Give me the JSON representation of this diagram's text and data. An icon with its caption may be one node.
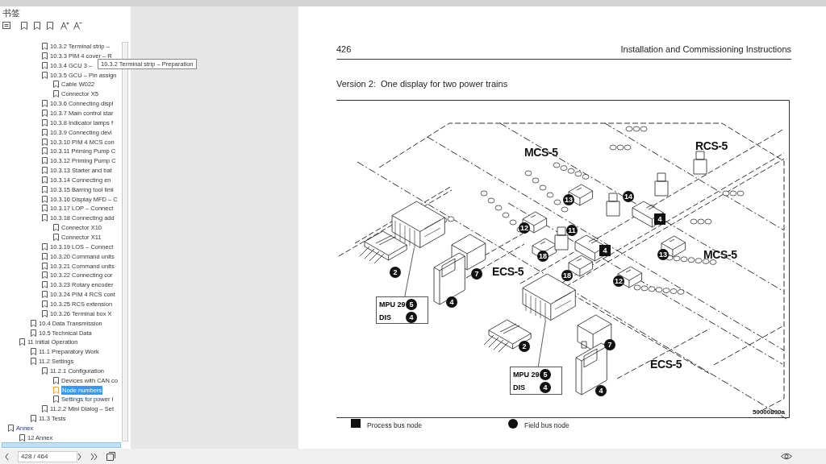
{
  "diagram": {
    "title": "Version 2:  One display for two power trains",
    "nodes": [
      {
        "text": [],
        "shape": "picture"
      },
      {
        "text": [
          "MPU 29",
          "5",
          "DIS",
          "4"
        ]
      },
      {
        "text": [],
        "shape": "picture"
      },
      {
        "text": [
          "MPU 29",
          "5",
          "DIS",
          "4"
        ]
      }
    ],
    "edges": [
      {
        "from": 1,
        "to": 0,
        "arrow": "none"
      },
      {
        "from": 3,
        "to": 2,
        "arrow": "none"
      }
    ],
    "labels": [
      "书签",
      "10.3.2 Terminal strip –",
      "10.3.3 PIM 4 cover – R",
      "10.3.4 GCU 3 –",
      "10.3.5 GCU – Pin assign",
      "Cable W022",
      "Connector X5",
      "10.3.6 Connecting displ",
      "10.3.7 Main control star",
      "10.3.8 Indicator lamps f",
      "10.3.9 Connecting devi",
      "10.3.10 PIM 4 MCS con",
      "10.3.11 Priming Pump C",
      "10.3.12 Priming Pump C",
      "10.3.13 Starter and bat",
      "10.3.14 Connecting en",
      "10.3.15 Barring tool limi",
      "10.3.16 Display MFD – C",
      "10.3.17 LOP – Connect",
      "10.3.18 Connecting add",
      "Connector X10",
      "Connector X11",
      "10.3.19 LOS – Connect",
      "10.3.20 Command units",
      "10.3.21 Command units",
      "10.3.22 Connecting cor",
      "10.3.23 Rotary encoder",
      "10.3.24 PIM 4 RCS cont",
      "10.3.25 RCS extension",
      "10.3.26 Terminal box X",
      "10.4 Data Transmission",
      "10.5 Technical Data",
      "11 Initial Operation",
      "11.1 Preparatory Work",
      "11.2 Settings",
      "11.2.1 Configuration",
      "Devices with CAN co",
      "Node numbers",
      "Settings for power l",
      "11.2.2 Mini Dialog – Set",
      "11.3 Tests",
      "Annex",
      "12 Annex",
      "10.3.2 Terminal strip – Preparation",
      "428 / 464",
      "426",
      "Installation and Commissioning Instructions",
      "MCS-5",
      "RCS-5",
      "13",
      "14",
      "4",
      "12",
      "11",
      "4",
      "18",
      "13",
      "MCS-5",
      "2",
      "7",
      "ECS-5",
      "18",
      "12",
      "4",
      "2",
      "7",
      "ECS-5",
      "4",
      "50000890a"
    ],
    "legend": [
      {
        "text": "Process bus node"
      },
      {
        "text": "Field bus node"
      }
    ]
  }
}
